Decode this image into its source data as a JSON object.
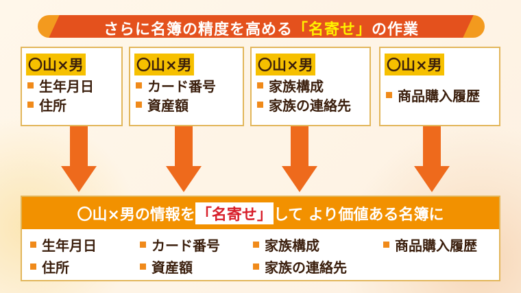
{
  "title": {
    "pre": "さらに名簿の精度を高める",
    "highlight": "「名寄せ」",
    "post": "の作業"
  },
  "boxes": [
    {
      "tag": "〇山×男",
      "items": [
        "生年月日",
        "住所"
      ]
    },
    {
      "tag": "〇山×男",
      "items": [
        "カード番号",
        "資産額"
      ]
    },
    {
      "tag": "〇山×男",
      "items": [
        "家族構成",
        "家族の連絡先"
      ]
    },
    {
      "tag": "〇山×男",
      "items": [
        "商品購入履歴"
      ]
    }
  ],
  "bottom": {
    "pre": "〇山×男の情報を",
    "highlight": "「名寄せ」",
    "post": "して より価値ある名簿に",
    "items": [
      "生年月日",
      "カード番号",
      "家族構成",
      "商品購入履歴",
      "住所",
      "資産額",
      "家族の連絡先"
    ]
  },
  "colors": {
    "accent": "#e4511d",
    "orange": "#f29100",
    "yellow": "#f6c000"
  }
}
